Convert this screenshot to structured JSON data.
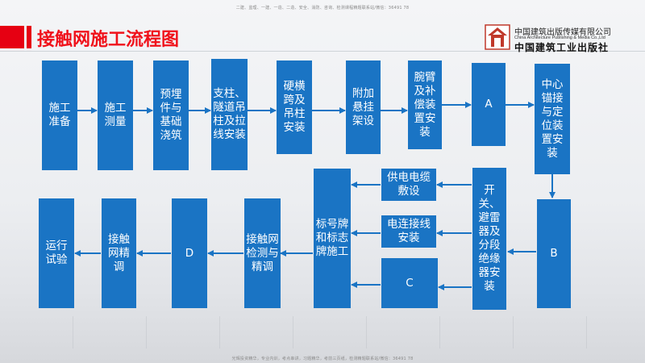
{
  "header": {
    "top_note": "二建、监理、一建、一造、二造、安全、消防、咨询、检测课程精题联系站/微信：36491 78",
    "title": "接触网施工流程图",
    "publisher_cn": "中国建筑出版传媒有限公司",
    "publisher_en": "China Architecture Publishing & Media Co.,Ltd",
    "publisher_calligraphy": "中国建筑工业出版社"
  },
  "footer": {
    "bottom_note": "光辉投资精华，专业内训，考点串讲，习题精华，考前三页纸，检测精题联系站/微信：36491 78"
  },
  "flow": {
    "boxes": {
      "prep": "施工准备",
      "survey": "施工测量",
      "foundation": "预埋件与基础浇筑",
      "pillar": "支柱、隧道吊柱及拉线安装",
      "cross_span": "硬横跨及吊柱安装",
      "additional": "附加悬挂架设",
      "cantilever": "腕臂及补偿装置安装",
      "a": "A",
      "midpoint": "中心锚接与定位装置安装",
      "b": "B",
      "switch": "开关、避雷器及分段绝缘器安装",
      "feeder": "供电电缆敷设",
      "connector": "电连接线安装",
      "c": "C",
      "sign": "标号牌和标志牌施工",
      "inspect": "接触网检测与精调",
      "d": "D",
      "fine_tune": "接触网精调",
      "trial": "运行试验"
    }
  }
}
